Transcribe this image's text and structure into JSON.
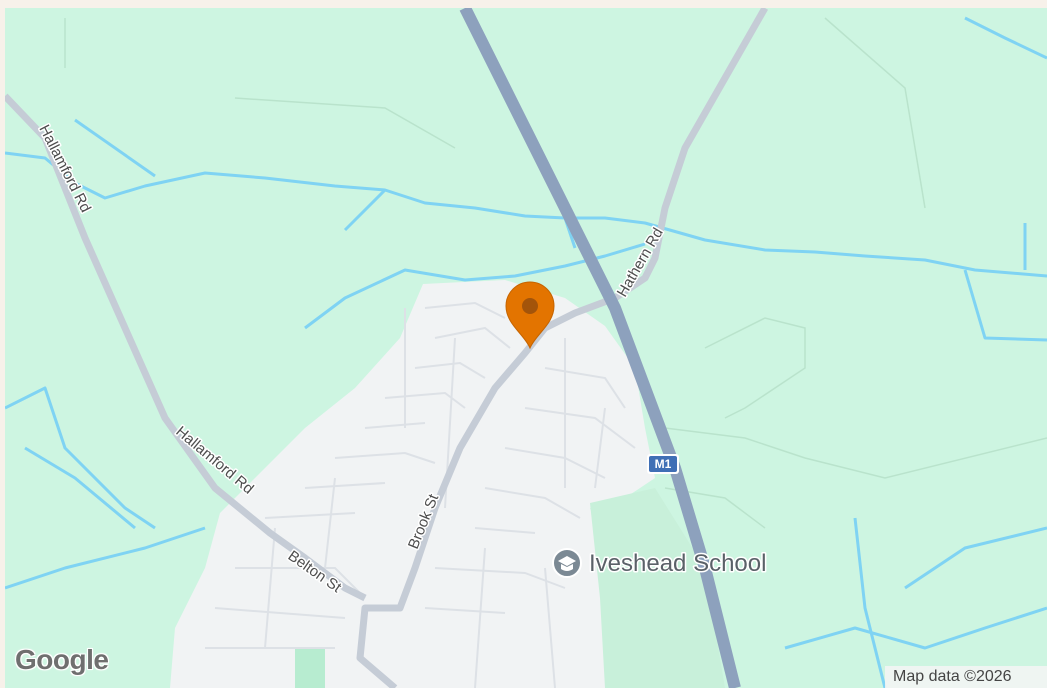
{
  "map": {
    "roads": {
      "hallamford_upper": "Hallamford Rd",
      "hallamford_lower": "Hallamford Rd",
      "hathern": "Hathern Rd",
      "brook": "Brook St",
      "belton": "Belton St"
    },
    "motorway_shield": "M1",
    "poi": {
      "school_name": "Iveshead School",
      "school_icon": "graduation-cap-icon"
    },
    "marker": {
      "icon": "map-pin-icon",
      "color": "#e37400"
    },
    "logo": "Google",
    "attribution": "Map data ©2026"
  },
  "colors": {
    "land": "#cdf5e1",
    "urban": "#f1f3f4",
    "water": "#7fd3f3",
    "motorway": "#8da1bd",
    "road": "#c5ccd6",
    "park": "#b7ecd0"
  }
}
